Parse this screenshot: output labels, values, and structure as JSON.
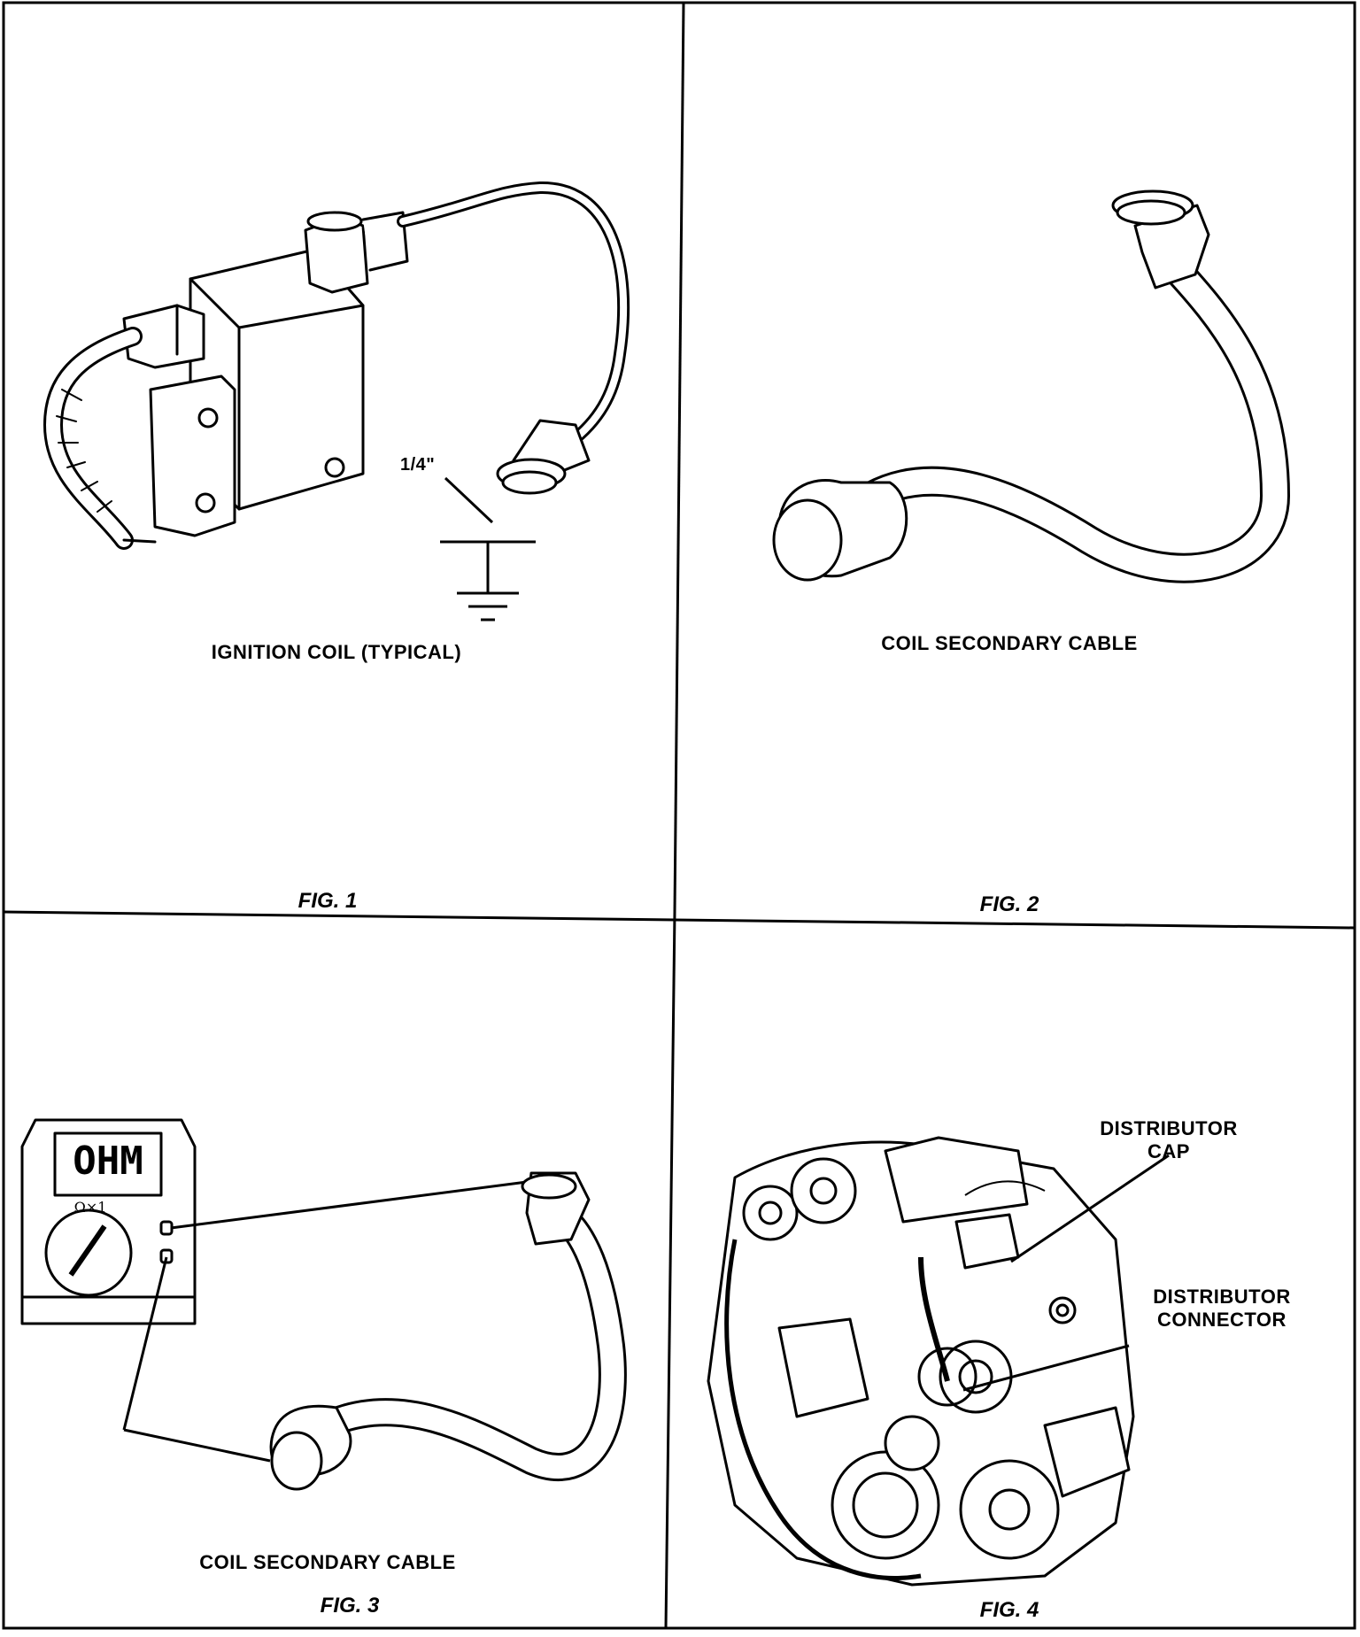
{
  "panels": [
    {
      "id": "fig1",
      "caption": "IGNITION COIL (TYPICAL)",
      "fig_label": "FIG. 1",
      "gap_label": "1/4\""
    },
    {
      "id": "fig2",
      "caption": "COIL SECONDARY CABLE",
      "fig_label": "FIG. 2"
    },
    {
      "id": "fig3",
      "caption": "COIL SECONDARY CABLE",
      "fig_label": "FIG. 3",
      "meter_display": "OHM",
      "meter_range": "Ω×1"
    },
    {
      "id": "fig4",
      "fig_label": "FIG. 4",
      "callout_cap": [
        "DISTRIBUTOR",
        "CAP"
      ],
      "callout_connector": [
        "DISTRIBUTOR",
        "CONNECTOR"
      ]
    }
  ]
}
